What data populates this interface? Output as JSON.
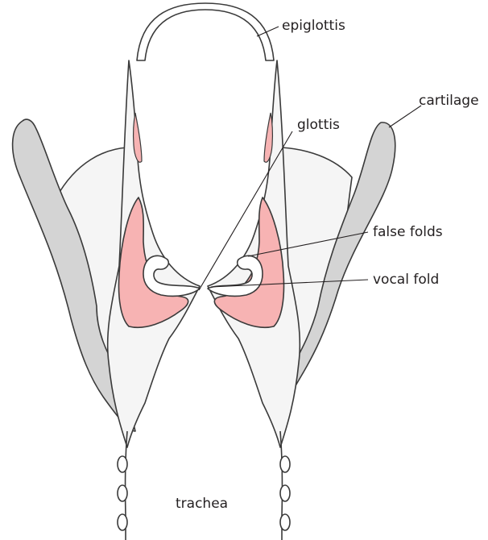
{
  "labels": {
    "epiglottis": "epiglottis",
    "cartilage": "cartilage",
    "glottis": "glottis",
    "false_folds": "false folds",
    "vocal_fold": "vocal fold",
    "trachea": "trachea"
  },
  "colors": {
    "cartilage_fill": "#d4d4d4",
    "membrane_fill": "#f5f5f5",
    "muscle_fill": "#f7b3b3",
    "outline": "#3a3a3a",
    "text": "#231f20"
  }
}
